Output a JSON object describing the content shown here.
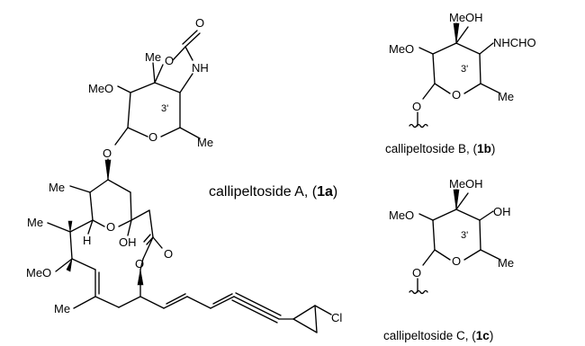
{
  "compounds": [
    {
      "id": "1a",
      "caption_prefix": "callipeltoside A, (",
      "caption_id": "1a",
      "caption_suffix": ")"
    },
    {
      "id": "1b",
      "caption_prefix": "callipeltoside B, (",
      "caption_id": "1b",
      "caption_suffix": ")"
    },
    {
      "id": "1c",
      "caption_prefix": "callipeltoside C, (",
      "caption_id": "1c",
      "caption_suffix": ")"
    }
  ],
  "labels": {
    "o": "O",
    "nh": "NH",
    "me": "Me",
    "meo": "MeO",
    "oh": "OH",
    "h": "H",
    "cl": "Cl",
    "nhcho": "NHCHO",
    "locant": "3'"
  }
}
